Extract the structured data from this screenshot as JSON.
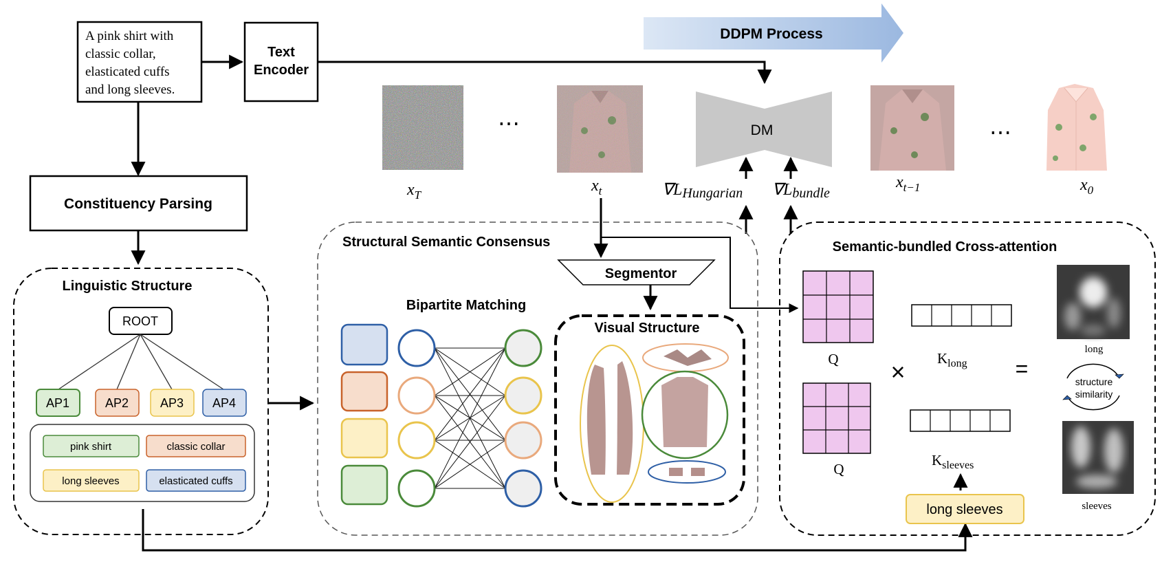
{
  "prompt": {
    "lines": [
      "A pink shirt with",
      "classic collar,",
      "elasticated cuffs",
      "and long sleeves."
    ]
  },
  "text_encoder": {
    "lines": [
      "Text",
      "Encoder"
    ]
  },
  "constituency": "Constituency Parsing",
  "ddpm": "DDPM Process",
  "dm": "DM",
  "ellipsis": "⋯",
  "xlabels": {
    "xT": "x",
    "xT_sub": "T",
    "xt": "x",
    "xt_sub": "t",
    "xtm1": "x",
    "xtm1_sub": "t−1",
    "x0": "x",
    "x0_sub": "0"
  },
  "grads": {
    "hung": "∇L",
    "hung_sub": "Hungarian",
    "bundle": "∇L",
    "bundle_sub": "bundle"
  },
  "linguistic": {
    "title": "Linguistic Structure",
    "root": "ROOT",
    "aps": [
      "AP1",
      "AP2",
      "AP3",
      "AP4"
    ],
    "phrases": [
      "pink shirt",
      "classic collar",
      "long sleeves",
      "elasticated cuffs"
    ]
  },
  "ssc": {
    "title": "Structural Semantic Consensus",
    "segmentor": "Segmentor",
    "bipartite": "Bipartite Matching",
    "visual": "Visual Structure"
  },
  "sbca": {
    "title": "Semantic-bundled Cross-attention",
    "q": "Q",
    "q2": "Q",
    "k_long": "K",
    "k_long_sub": "long",
    "k_sleeves": "K",
    "k_sleeves_sub": "sleeves",
    "times": "×",
    "equals": "=",
    "map_long": "long",
    "map_sleeves": "sleeves",
    "structure": [
      "structure",
      "similarity"
    ],
    "phrase_box": "long sleeves"
  },
  "colors": {
    "blue": "#2e5fa6",
    "orange": "#c8622a",
    "yellow": "#e9c44c",
    "green": "#4a8a3a",
    "blue_fill": "#d6e0f0",
    "orange_fill": "#f7ddcc",
    "yellow_fill": "#fdf0c6",
    "green_fill": "#ddeed6",
    "pink": "#efc7ee",
    "dm_gray": "#c8c8c8"
  }
}
